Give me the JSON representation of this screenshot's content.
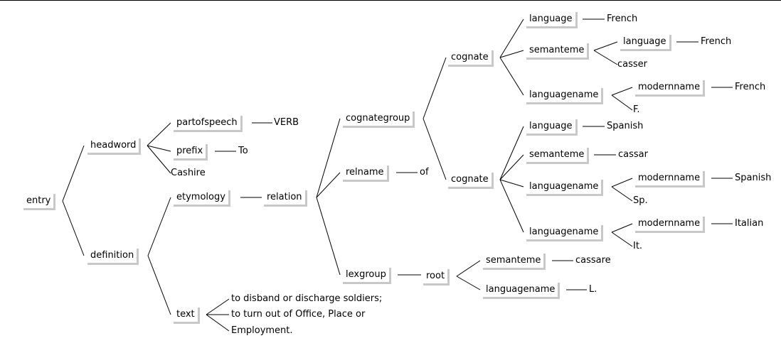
{
  "tree": {
    "entry": "entry",
    "headword": "headword",
    "partofspeech": "partofspeech",
    "verb": "VERB",
    "prefix": "prefix",
    "to": "To",
    "cashire": "Cashire",
    "definition": "definition",
    "etymology": "etymology",
    "relation": "relation",
    "cognategroup": "cognategroup",
    "cognate1": {
      "label": "cognate",
      "language_label": "language",
      "language_value": "French",
      "semanteme_label": "semanteme",
      "semanteme_language_label": "language",
      "semanteme_language_value": "French",
      "semanteme_value": "casser",
      "languagename_label": "languagename",
      "modernname_label": "modernname",
      "modernname_value": "French",
      "abbrev": "F."
    },
    "cognate2": {
      "label": "cognate",
      "language_label": "language",
      "language_value": "Spanish",
      "semanteme_label": "semanteme",
      "semanteme_value": "cassar",
      "languagename1_label": "languagename",
      "modernname1_label": "modernname",
      "modernname1_value": "Spanish",
      "abbrev1": "Sp.",
      "languagename2_label": "languagename",
      "modernname2_label": "modernname",
      "modernname2_value": "Italian",
      "abbrev2": "It."
    },
    "relname": "relname",
    "relname_value": "of",
    "lexgroup": "lexgroup",
    "root": "root",
    "root_semanteme_label": "semanteme",
    "root_semanteme_value": "cassare",
    "root_languagename_label": "languagename",
    "root_languagename_value": "L.",
    "text": "text",
    "text_lines": [
      "to disband or discharge soldiers;",
      "to turn out of Office, Place or",
      "Employment."
    ]
  }
}
